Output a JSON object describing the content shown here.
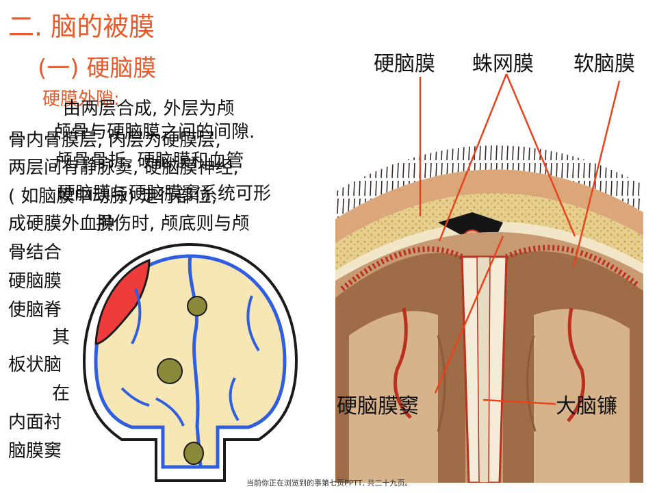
{
  "slide": {
    "title": "二. 脑的被膜",
    "subtitle": "(一)  硬脑膜",
    "red_text": "硬膜外隙:",
    "text_lines": [
      "由两层合成, 外层为颅",
      "颅骨与硬脑膜之间的间隙.",
      "骨内骨膜层, 内层为硬膜层,",
      "颅骨骨折, 硬脑膜和血管",
      "两层间有静脉窦, 硬脑膜神经,",
      "硬脑膜与硬脑膜窦系统可形",
      "( 如脑膜中动脉) 走行部位,",
      "成硬膜外血肿",
      "损伤时, 颅底则与颅",
      "骨结合",
      "硬脑膜",
      "使脑脊",
      "其",
      "板状脑",
      "在",
      "内面衬",
      "脑膜窦"
    ]
  },
  "figure_labels": {
    "dura": "硬脑膜",
    "arachnoid": "蛛网膜",
    "pia": "软脑膜",
    "sinus": "硬脑膜窦",
    "falx": "大脑镰"
  },
  "footer": "当前你正在浏览到的事第七页PPTT, 共二十九页。",
  "colors": {
    "title": "#e85a2a",
    "leader_line": "#e8431c",
    "brain_tan": "#c79a72",
    "vessel_red": "#b8311f",
    "blood_blue": "#2f5ee0",
    "hematoma": "#ee3b3b"
  }
}
